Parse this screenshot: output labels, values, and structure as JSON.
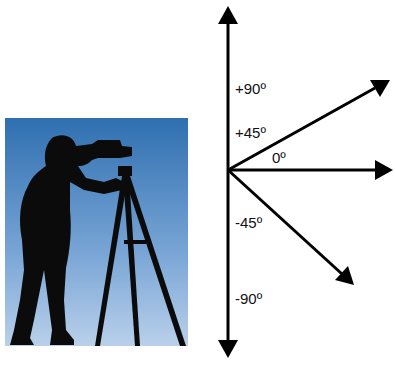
{
  "diagram": {
    "labels": [
      "+90º",
      "+45º",
      "0º",
      "-45º",
      "-90º"
    ]
  }
}
